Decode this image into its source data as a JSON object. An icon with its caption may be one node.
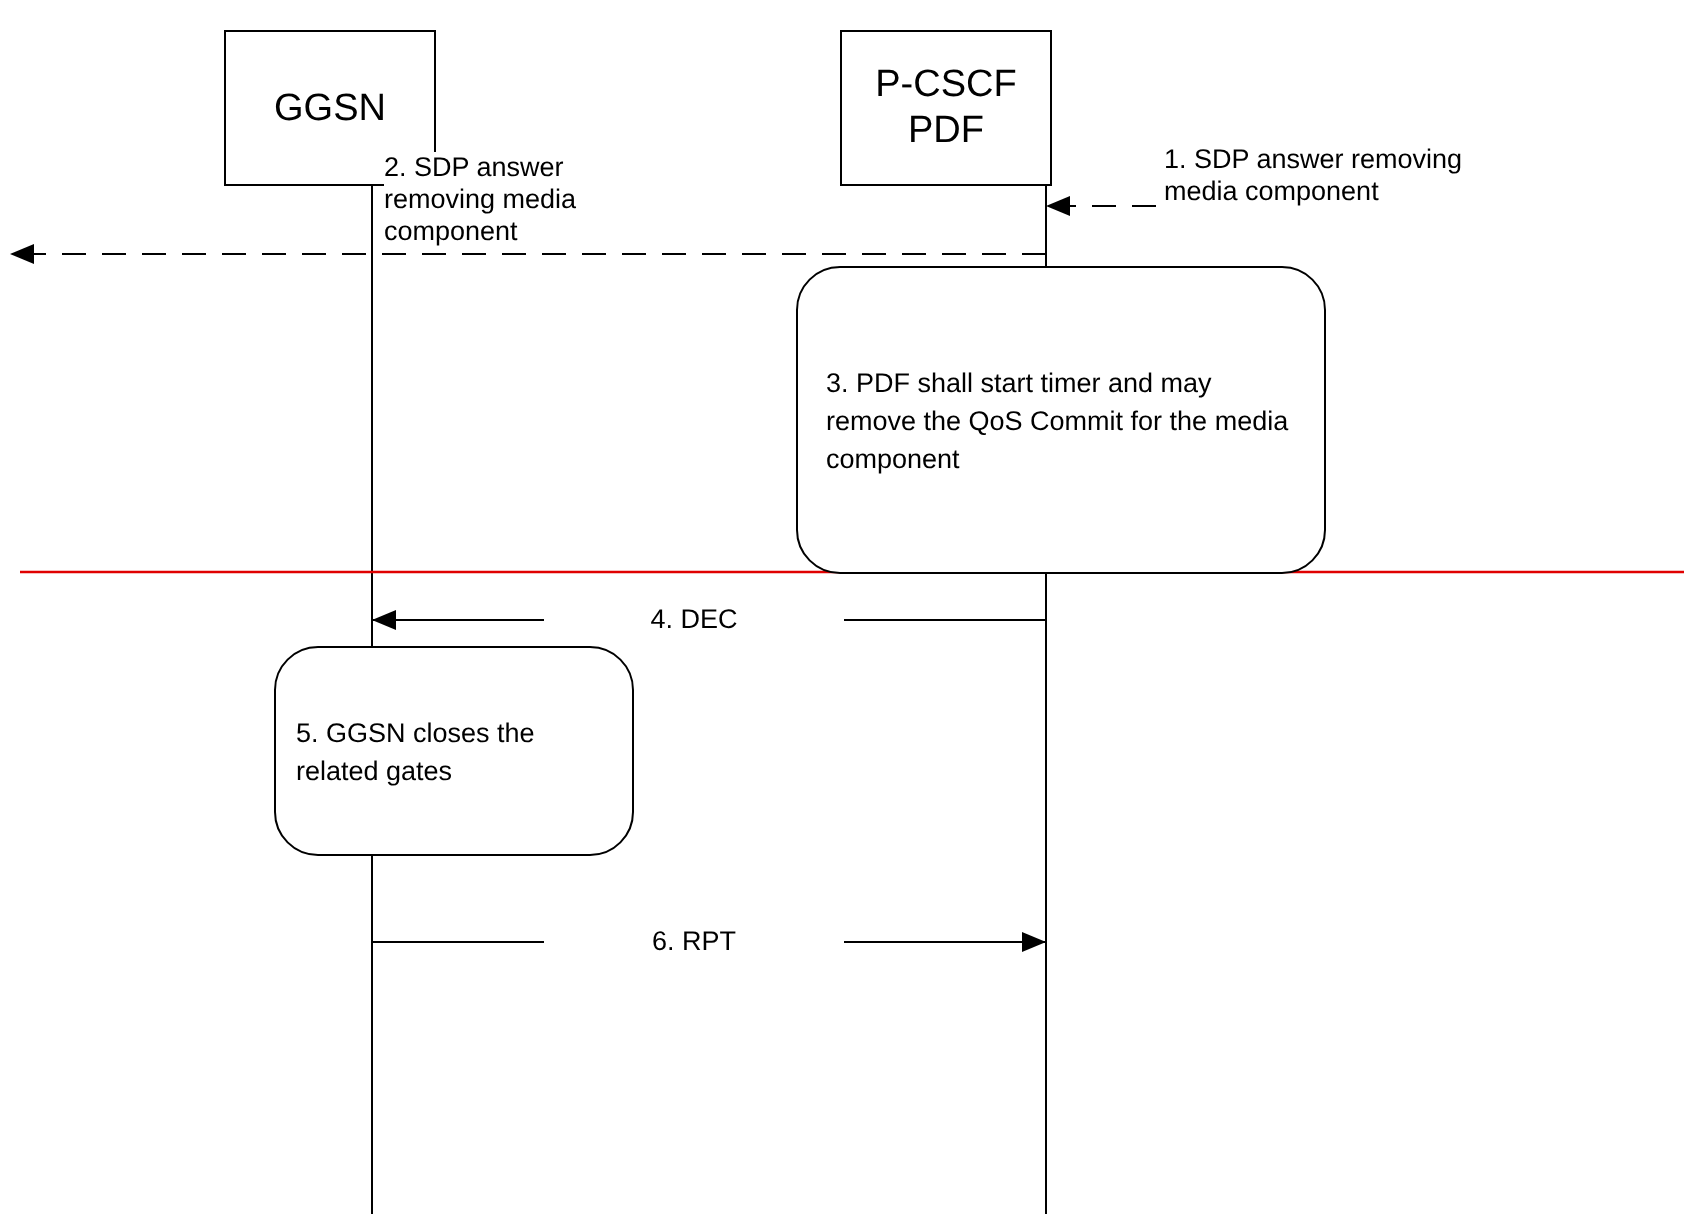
{
  "diagram": {
    "nodes": [
      {
        "text": [
          "GGSN"
        ]
      },
      {
        "text": [
          "P-CSCF PDF"
        ]
      },
      {
        "text": [
          "3. PDF shall start timer and may remove the QoS Commit  for the media component"
        ]
      },
      {
        "text": [
          "5. GGSN closes the related gates"
        ]
      }
    ],
    "edges": [
      {
        "from": null,
        "to": 1,
        "arrow": "to",
        "style": "dashed",
        "label": "1. SDP answer removing media component"
      },
      {
        "from": 1,
        "to": null,
        "arrow": "to",
        "style": "dashed",
        "label": "2. SDP answer removing media component"
      },
      {
        "from": 1,
        "to": 0,
        "arrow": "to",
        "label": "4. DEC"
      },
      {
        "from": 0,
        "to": 1,
        "arrow": "to",
        "label": "6. RPT"
      }
    ]
  }
}
